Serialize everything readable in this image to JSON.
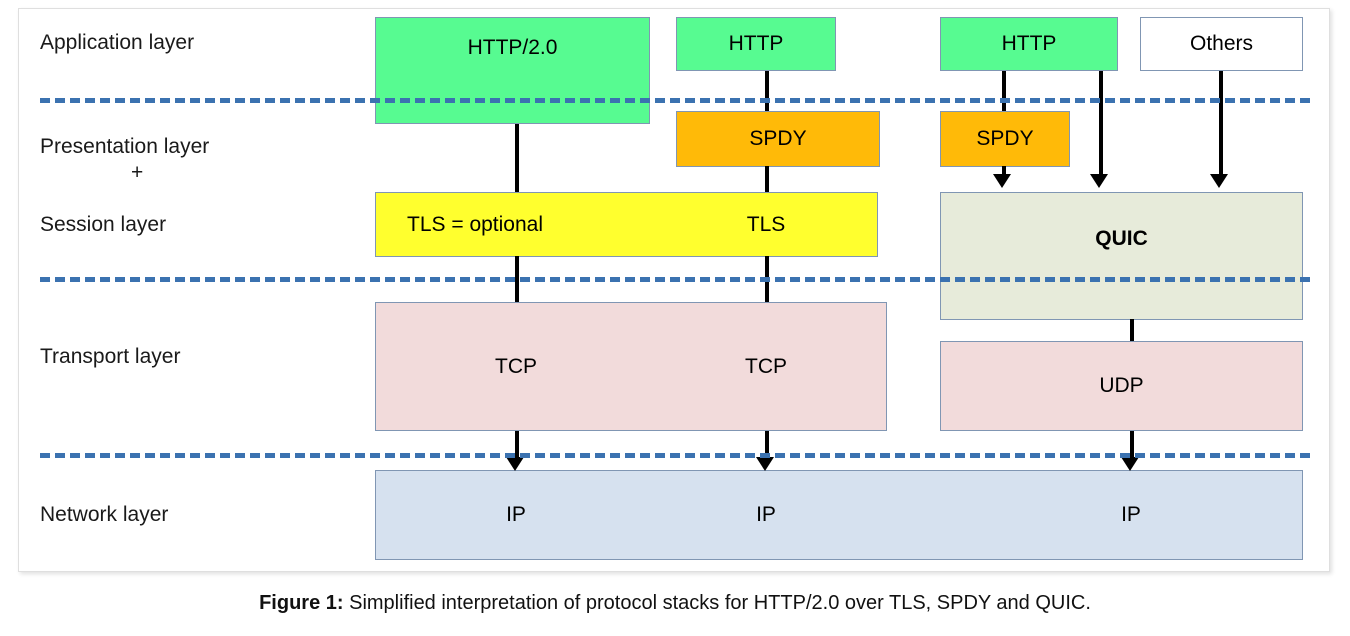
{
  "figure": {
    "caption_label": "Figure 1:",
    "caption_text": "Simplified interpretation of protocol stacks for HTTP/2.0 over TLS, SPDY and QUIC."
  },
  "layers": [
    {
      "id": "application",
      "label": "Application layer"
    },
    {
      "id": "presentation",
      "label": "Presentation layer"
    },
    {
      "id": "plus",
      "label": "+"
    },
    {
      "id": "session",
      "label": "Session layer"
    },
    {
      "id": "transport",
      "label": "Transport layer"
    },
    {
      "id": "network",
      "label": "Network layer"
    }
  ],
  "boxes": {
    "http2": {
      "label": "HTTP/2.0",
      "color": "#57FB91"
    },
    "http_b": {
      "label": "HTTP",
      "color": "#57FB91"
    },
    "http_c": {
      "label": "HTTP",
      "color": "#57FB91"
    },
    "others": {
      "label": "Others",
      "color": "#FFFFFF"
    },
    "spdy_b": {
      "label": "SPDY",
      "color": "#FFBA08"
    },
    "spdy_c": {
      "label": "SPDY",
      "color": "#FFBA08"
    },
    "tls_opt": {
      "label": "TLS = optional",
      "color": "#FFFF2E"
    },
    "tls": {
      "label": "TLS",
      "color": "#FFFF2E"
    },
    "quic": {
      "label": "QUIC",
      "color": "#E7EBDA"
    },
    "tcp_a": {
      "label": "TCP",
      "color": "#F2DBDB"
    },
    "tcp_b": {
      "label": "TCP",
      "color": "#F2DBDB"
    },
    "udp": {
      "label": "UDP",
      "color": "#F2DBDB"
    },
    "ip_a": {
      "label": "IP",
      "color": "#D6E1EF"
    },
    "ip_b": {
      "label": "IP",
      "color": "#D6E1EF"
    },
    "ip_c": {
      "label": "IP",
      "color": "#D6E1EF"
    }
  },
  "colors": {
    "application_green": "#57FB91",
    "spdy_orange": "#FFBA08",
    "tls_yellow": "#FFFF2E",
    "quic_sage": "#E7EBDA",
    "transport_pink": "#F2DBDB",
    "network_blue": "#D6E1EF",
    "separator_blue": "#3B72B0",
    "box_border": "#8096B3",
    "connector_black": "#000000"
  }
}
